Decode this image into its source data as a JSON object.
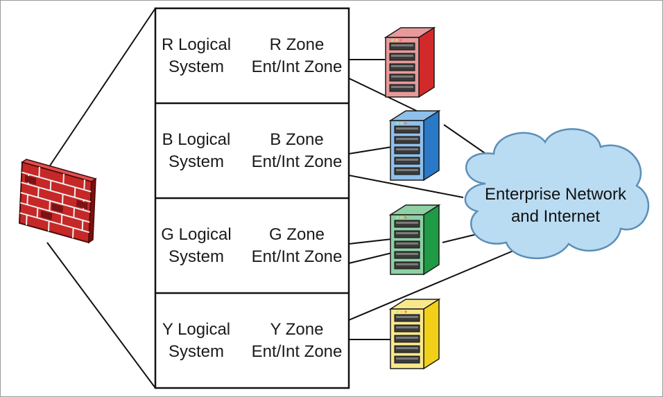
{
  "systems": [
    {
      "key": "r",
      "name_line1": "R Logical",
      "name_line2": "System",
      "zone_line1": "R Zone",
      "zone_line2": "Ent/Int Zone",
      "color": "#d22a2a",
      "color_light": "#e89a9a",
      "color_dark": "#8e1414"
    },
    {
      "key": "b",
      "name_line1": "B Logical",
      "name_line2": "System",
      "zone_line1": "B Zone",
      "zone_line2": "Ent/Int Zone",
      "color": "#2a78c8",
      "color_light": "#8fc0ea",
      "color_dark": "#154e8a"
    },
    {
      "key": "g",
      "name_line1": "G Logical",
      "name_line2": "System",
      "zone_line1": "G Zone",
      "zone_line2": "Ent/Int Zone",
      "color": "#1f9a45",
      "color_light": "#8fd0a4",
      "color_dark": "#11652c"
    },
    {
      "key": "y",
      "name_line1": "Y Logical",
      "name_line2": "System",
      "zone_line1": "Y Zone",
      "zone_line2": "Ent/Int Zone",
      "color": "#f2d01a",
      "color_light": "#f8e88c",
      "color_dark": "#b0960a"
    }
  ],
  "cloud": {
    "line1": "Enterprise Network",
    "line2": "and Internet",
    "fill": "#b9dcf2",
    "stroke": "#5b8fb8"
  },
  "firewall": {
    "brick_color": "#c62828",
    "mortar_color": "#f0f0f0"
  }
}
